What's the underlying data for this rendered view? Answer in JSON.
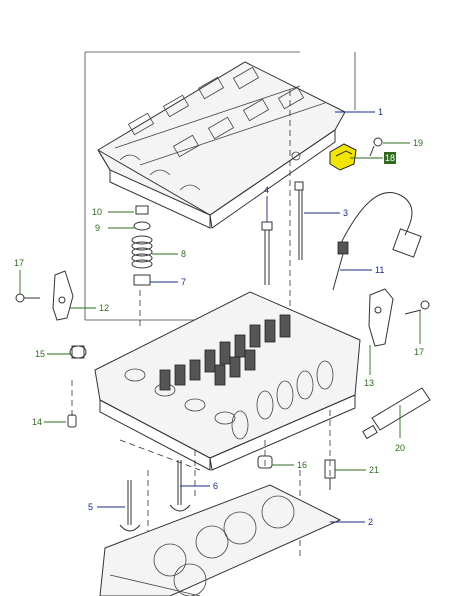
{
  "callouts": [
    {
      "id": "1",
      "text": "1",
      "color": "#1a2a8a"
    },
    {
      "id": "2",
      "text": "2",
      "color": "#1a2a8a"
    },
    {
      "id": "3",
      "text": "3",
      "color": "#1a2a8a"
    },
    {
      "id": "4",
      "text": "4",
      "color": "#1a2a8a"
    },
    {
      "id": "5",
      "text": "5",
      "color": "#1a2a8a"
    },
    {
      "id": "6",
      "text": "6",
      "color": "#1a2a8a"
    },
    {
      "id": "7",
      "text": "7",
      "color": "#1a2a8a"
    },
    {
      "id": "8",
      "text": "8",
      "color": "#2e6b1f"
    },
    {
      "id": "9",
      "text": "9",
      "color": "#2e6b1f"
    },
    {
      "id": "10",
      "text": "10",
      "color": "#2e6b1f"
    },
    {
      "id": "11",
      "text": "11",
      "color": "#1a2a8a"
    },
    {
      "id": "12",
      "text": "12",
      "color": "#2e6b1f"
    },
    {
      "id": "13",
      "text": "13",
      "color": "#2e6b1f"
    },
    {
      "id": "14",
      "text": "14",
      "color": "#2e6b1f"
    },
    {
      "id": "15",
      "text": "15",
      "color": "#2e6b1f"
    },
    {
      "id": "16",
      "text": "16",
      "color": "#2e6b1f"
    },
    {
      "id": "17a",
      "text": "17",
      "color": "#2e6b1f"
    },
    {
      "id": "17b",
      "text": "17",
      "color": "#2e6b1f"
    },
    {
      "id": "18",
      "text": "18",
      "color": "#2e6b1f"
    },
    {
      "id": "19",
      "text": "19",
      "color": "#2e6b1f"
    },
    {
      "id": "20",
      "text": "20",
      "color": "#2e6b1f"
    },
    {
      "id": "21",
      "text": "21",
      "color": "#2e6b1f"
    }
  ],
  "colors": {
    "highlight_part": "#f2e600",
    "callout_box_fill": "#2e6b1f",
    "line": "#333333"
  }
}
